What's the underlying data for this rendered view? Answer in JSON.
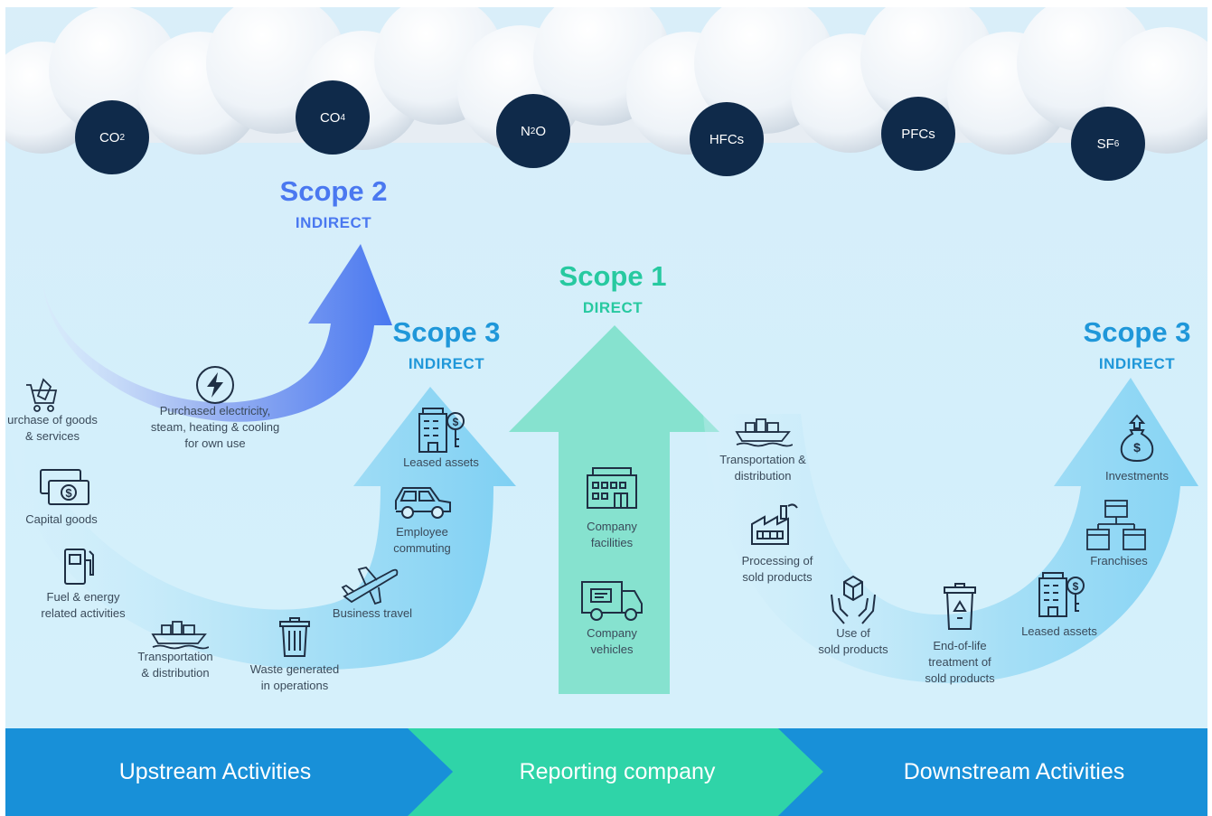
{
  "gases": [
    {
      "base": "CO",
      "sub": "2",
      "post": ""
    },
    {
      "base": "CO",
      "sub": "4",
      "post": ""
    },
    {
      "base": "N",
      "sub": "2",
      "post": "O"
    },
    {
      "base": "HFCs",
      "sub": "",
      "post": ""
    },
    {
      "base": "PFCs",
      "sub": "",
      "post": ""
    },
    {
      "base": "SF",
      "sub": "6",
      "post": ""
    }
  ],
  "scope2": {
    "title": "Scope 2",
    "subtitle": "INDIRECT",
    "color": "#4a78f0"
  },
  "scope1": {
    "title": "Scope 1",
    "subtitle": "DIRECT",
    "color": "#27c9a0"
  },
  "scope3_upstream": {
    "title": "Scope 3",
    "subtitle": "INDIRECT",
    "color": "#1f97d9"
  },
  "scope3_downstream": {
    "title": "Scope 3",
    "subtitle": "INDIRECT",
    "color": "#1f97d9"
  },
  "scope2_items": {
    "electricity": "Purchased electricity,\nsteam, heating & cooling\nfor own use"
  },
  "upstream_items": {
    "purchase": "urchase of goods\n& services",
    "capital": "Capital goods",
    "fuel": "Fuel & energy\nrelated activities",
    "transport": "Transportation\n& distribution",
    "waste": "Waste generated\nin operations",
    "travel": "Business travel",
    "commuting": "Employee\ncommuting",
    "leased": "Leased assets"
  },
  "company_items": {
    "facilities": "Company\nfacilities",
    "vehicles": "Company\nvehicles"
  },
  "downstream_items": {
    "transport": "Transportation &\ndistribution",
    "processing": "Processing of\nsold products",
    "use": "Use of\nsold products",
    "eol": "End-of-life\ntreatment of\nsold products",
    "leased": "Leased assets",
    "franchises": "Franchises",
    "investments": "Investments"
  },
  "band": {
    "upstream": "Upstream Activities",
    "reporting": "Reporting company",
    "downstream": "Downstream Activities"
  },
  "icons": [
    "lightning-icon",
    "shopping-cart-icon",
    "cash-icon",
    "fuel-pump-icon",
    "ship-icon",
    "trash-can-icon",
    "airplane-icon",
    "car-icon",
    "building-key-icon",
    "office-building-icon",
    "delivery-truck-icon",
    "factory-icon",
    "hands-box-icon",
    "recycle-bin-icon",
    "money-bag-icon",
    "storefront-icon"
  ]
}
